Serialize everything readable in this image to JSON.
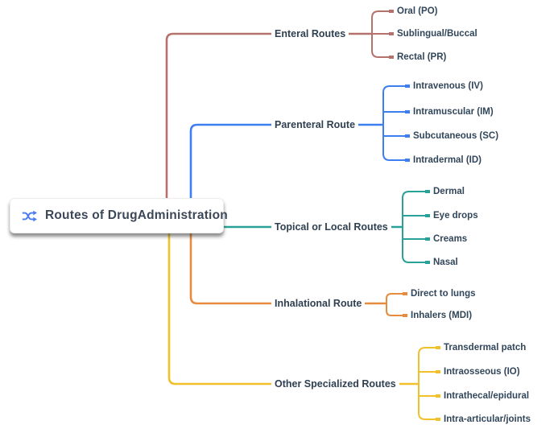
{
  "root": {
    "title": "Routes of DrugAdministration",
    "icon": "shuffle-icon",
    "icon_color": "#4a7bf0"
  },
  "colors": {
    "enteral": "#b5726d",
    "parenteral": "#3d7ff0",
    "topical": "#2aa198",
    "inhalational": "#e78b3f",
    "other": "#f2c029",
    "text": "#2f4050",
    "background": "#ffffff"
  },
  "branches": [
    {
      "label": "Enteral Routes",
      "color": "#b5726d",
      "children": [
        "Oral (PO)",
        "Sublingual/Buccal",
        "Rectal (PR)"
      ]
    },
    {
      "label": "Parenteral Route",
      "color": "#3d7ff0",
      "children": [
        "Intravenous (IV)",
        "Intramuscular (IM)",
        "Subcutaneous (SC)",
        "Intradermal (ID)"
      ]
    },
    {
      "label": "Topical or Local Routes",
      "color": "#2aa198",
      "children": [
        "Dermal",
        "Eye drops",
        "Creams",
        "Nasal"
      ]
    },
    {
      "label": "Inhalational Route",
      "color": "#e78b3f",
      "children": [
        "Direct to lungs",
        "Inhalers (MDI)"
      ]
    },
    {
      "label": "Other Specialized Routes",
      "color": "#f2c029",
      "children": [
        "Transdermal patch",
        "Intraosseous (IO)",
        "Intrathecal/epidural",
        "Intra-articular/joints"
      ]
    }
  ]
}
